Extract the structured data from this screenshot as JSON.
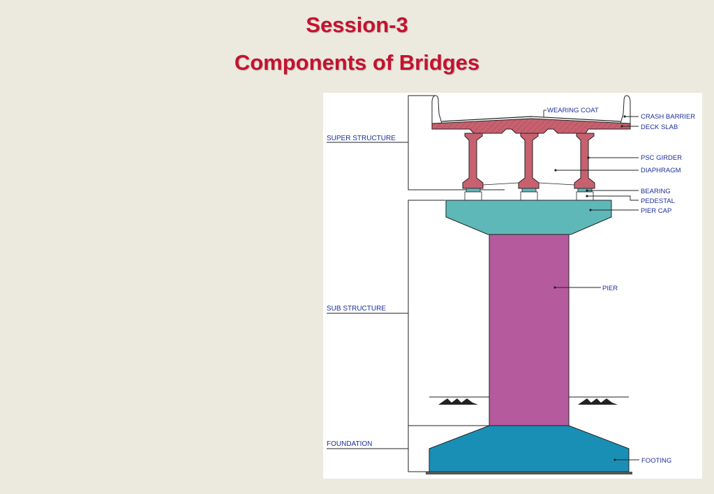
{
  "slide": {
    "title": "Session-3",
    "subtitle": "Components of Bridges"
  },
  "colors": {
    "title": "#c4122f",
    "background": "#ece9de",
    "superstructure": "#c8616f",
    "pier_cap": "#5fb8b8",
    "pier": "#b65a9e",
    "footing": "#1a8fb5",
    "label_text": "#1c2f9a"
  },
  "diagram": {
    "group_labels": {
      "super": "SUPER STRUCTURE",
      "sub": "SUB STRUCTURE",
      "foundation": "FOUNDATION"
    },
    "callouts": {
      "wearing_coat": "WEARING COAT",
      "crash_barrier": "CRASH BARRIER",
      "deck_slab": "DECK SLAB",
      "psc_girder": "PSC GIRDER",
      "diaphragm": "DIAPHRAGM",
      "bearing": "BEARING",
      "pedestal": "PEDESTAL",
      "pier_cap": "PIER CAP",
      "pier": "PIER",
      "footing": "FOOTING"
    }
  }
}
